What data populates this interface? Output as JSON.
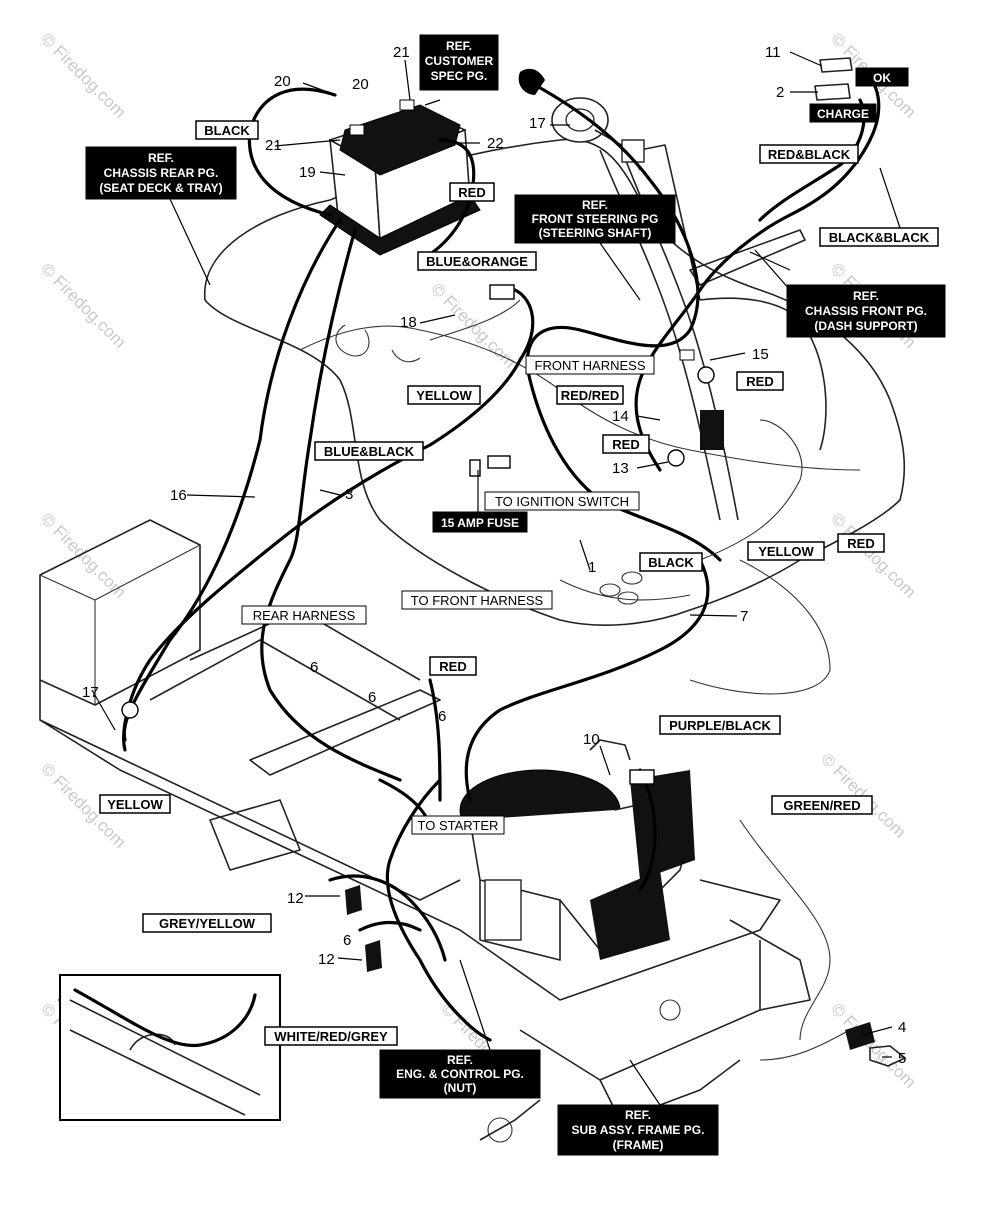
{
  "watermark": "© Firedog.com",
  "callouts": [
    "1",
    "2",
    "3",
    "4",
    "5",
    "6",
    "6",
    "6",
    "6",
    "7",
    "10",
    "11",
    "12",
    "12",
    "13",
    "14",
    "15",
    "16",
    "17",
    "18",
    "19",
    "20",
    "20",
    "21",
    "21",
    "22"
  ],
  "wire_labels": {
    "black_battery": "BLACK",
    "red_battery": "RED",
    "blue_orange": "BLUE&ORANGE",
    "yellow_upper": "YELLOW",
    "front_harness": "FRONT HARNESS",
    "red_red": "RED/RED",
    "red_15": "RED",
    "red_14": "RED",
    "blue_black": "BLUE&BLACK",
    "to_ignition": "TO IGNITION SWITCH",
    "black_lower": "BLACK",
    "yellow_right": "YELLOW",
    "red_right": "RED",
    "rear_harness": "REAR HARNESS",
    "to_front_harness": "TO FRONT HARNESS",
    "red_mid": "RED",
    "purple_black": "PURPLE/BLACK",
    "green_red": "GREEN/RED",
    "yellow_left": "YELLOW",
    "to_starter": "TO STARTER",
    "grey_yellow": "GREY/YELLOW",
    "white_red_grey": "WHITE/RED/GREY",
    "red_black": "RED&BLACK",
    "black_black": "BLACK&BLACK"
  },
  "ref_labels": {
    "customer": [
      "REF.",
      "CUSTOMER",
      "SPEC PG."
    ],
    "chassis_rear": [
      "REF.",
      "CHASSIS REAR PG.",
      "(SEAT DECK & TRAY)"
    ],
    "front_steering": [
      "REF.",
      "FRONT STEERING PG",
      "(STEERING SHAFT)"
    ],
    "chassis_front": [
      "REF.",
      "CHASSIS FRONT PG.",
      "(DASH SUPPORT)"
    ],
    "fuse": "15 AMP FUSE",
    "ok": "OK",
    "charge": "CHARGE",
    "eng_control": [
      "REF.",
      "ENG. & CONTROL PG.",
      "(NUT)"
    ],
    "sub_assy": [
      "REF.",
      "SUB ASSY. FRAME PG.",
      "(FRAME)"
    ]
  }
}
